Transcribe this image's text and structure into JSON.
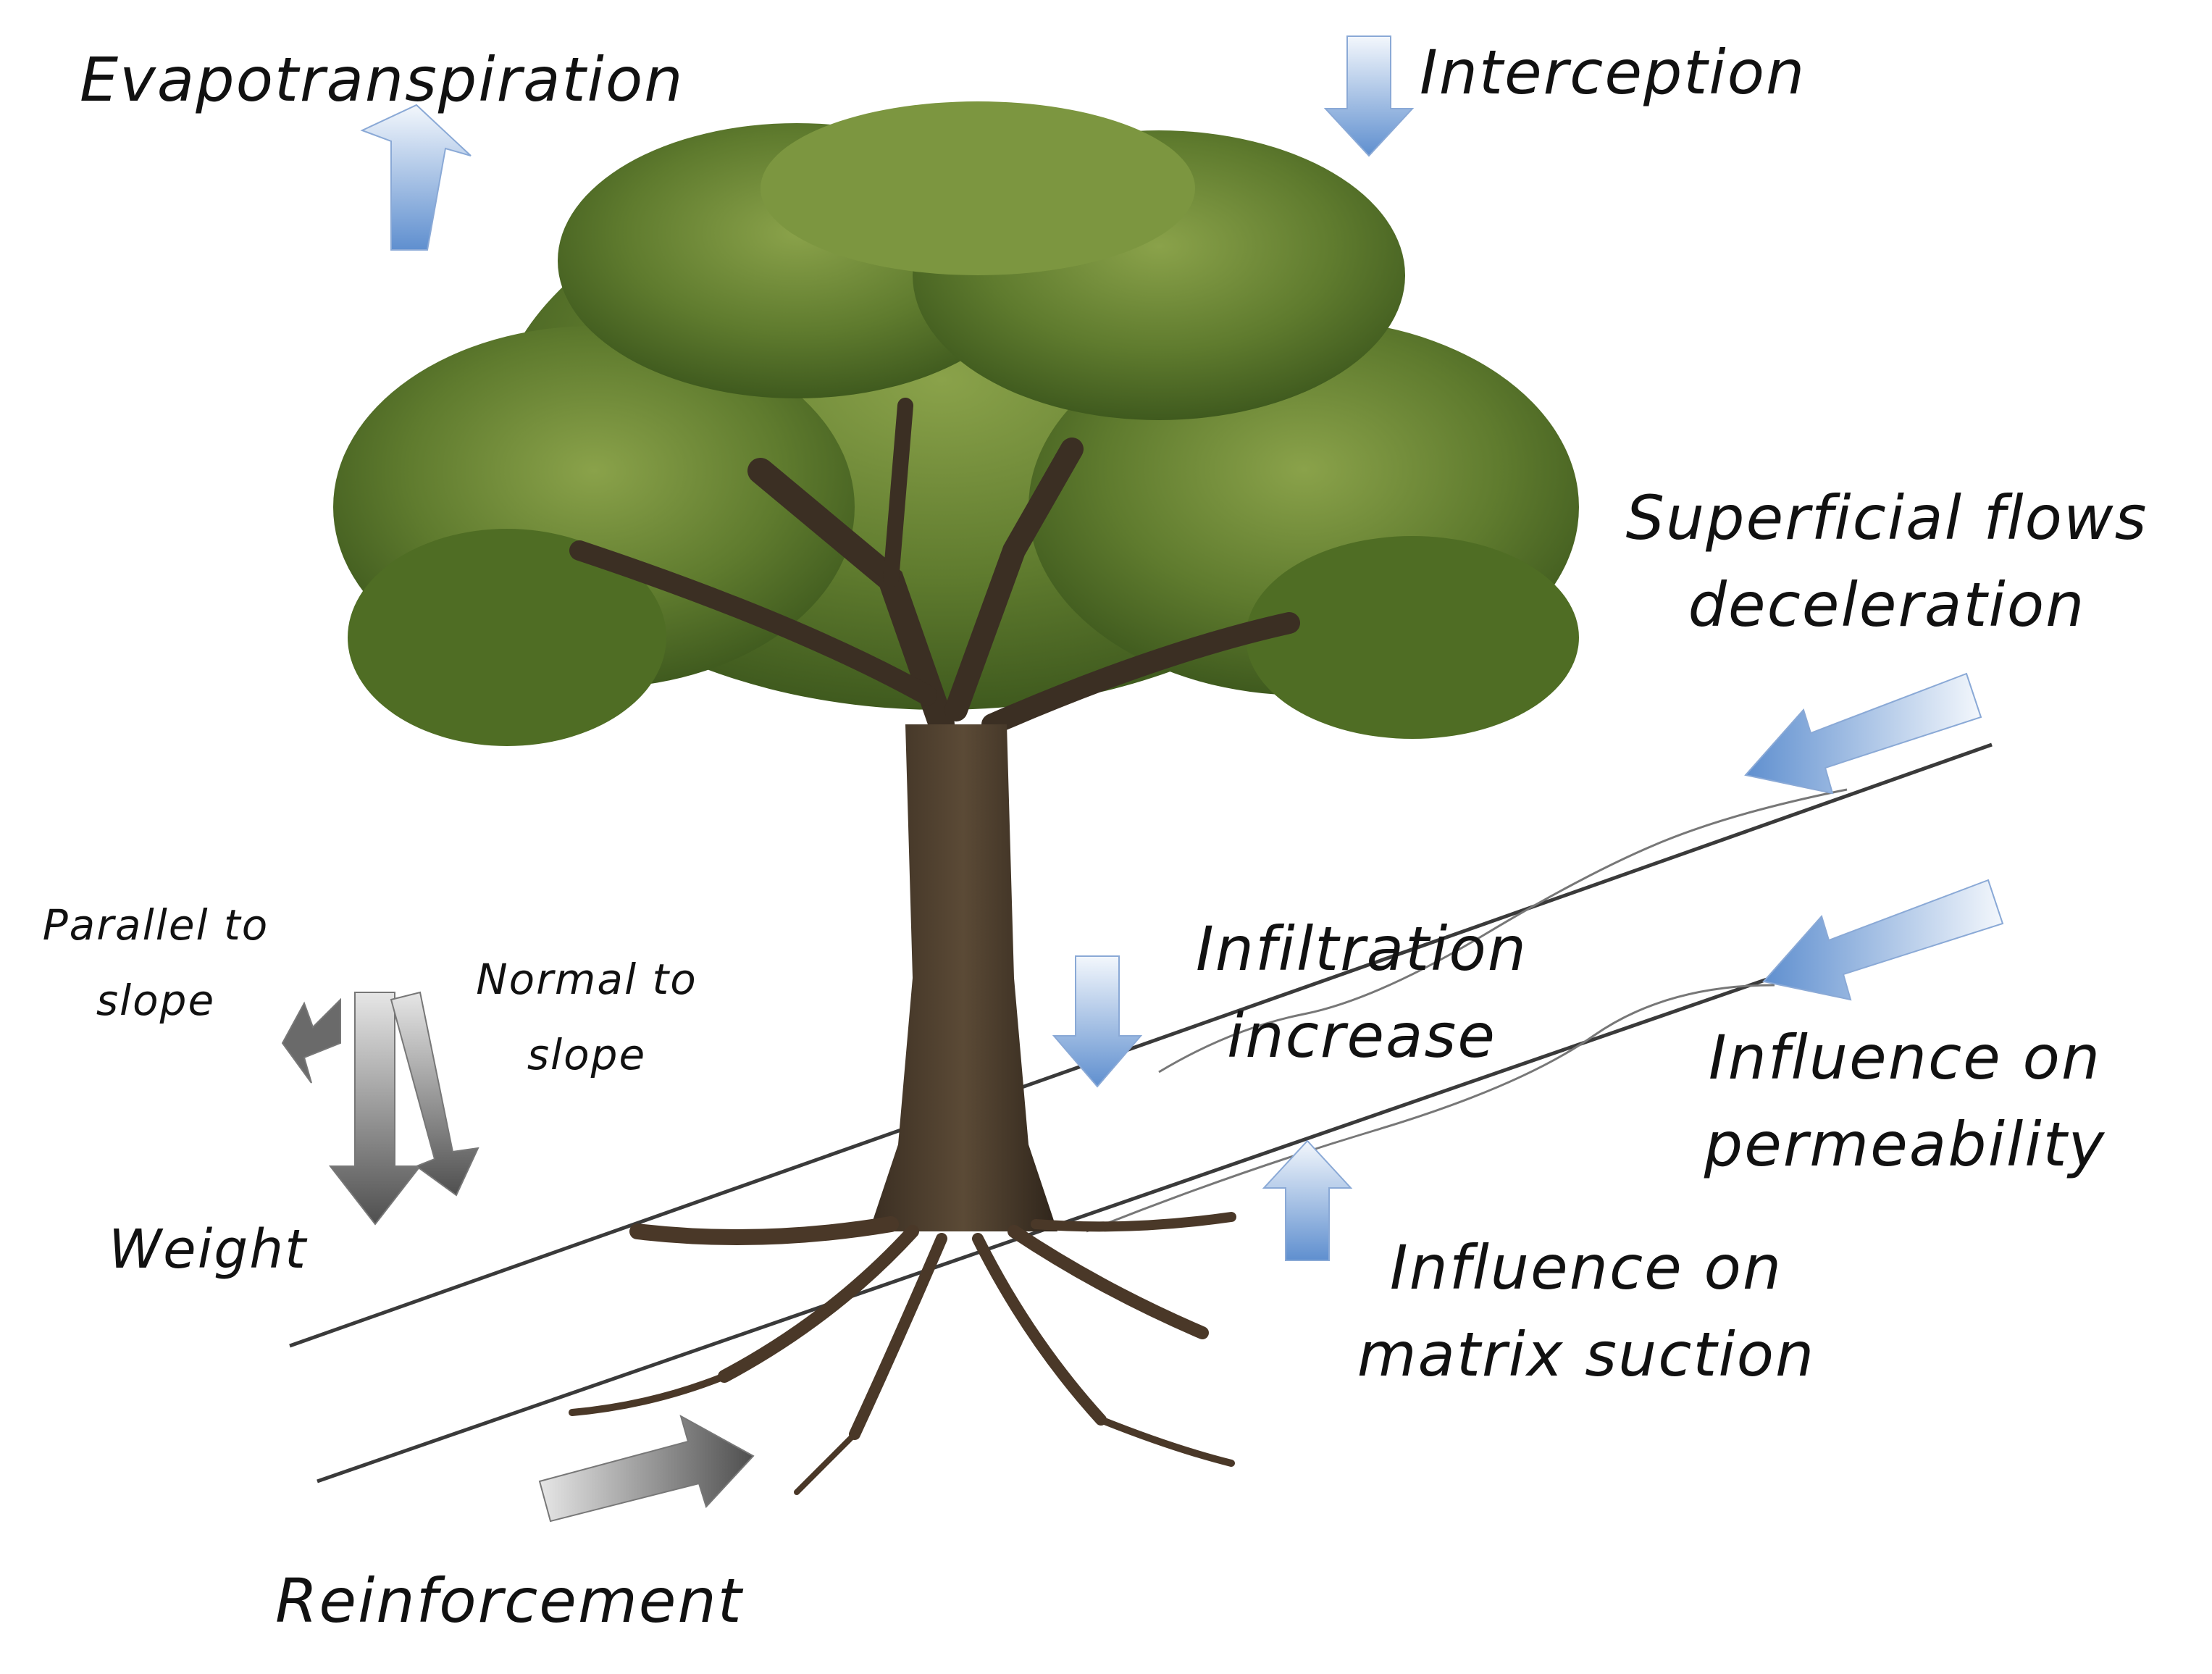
{
  "labels": {
    "evapotranspiration": "Evapotranspiration",
    "interception": "Interception",
    "superficial_line1": "Superficial flows",
    "superficial_line2": "deceleration",
    "parallel_line1": "Parallel to",
    "parallel_line2": "slope",
    "normal_line1": "Normal to",
    "normal_line2": "slope",
    "weight": "Weight",
    "infiltration_line1": "Infiltration",
    "infiltration_line2": "increase",
    "permeability_line1": "Influence on",
    "permeability_line2": "permeability",
    "suction_line1": "Influence on",
    "suction_line2": "matrix suction",
    "reinforcement": "Reinforcement"
  },
  "colors": {
    "water_arrow": "#6f9bd4",
    "force_arrow": "#5e5e5e",
    "foliage": "#5d7a2c",
    "trunk": "#4a3a2a",
    "slope_line": "#3a3a3a"
  }
}
